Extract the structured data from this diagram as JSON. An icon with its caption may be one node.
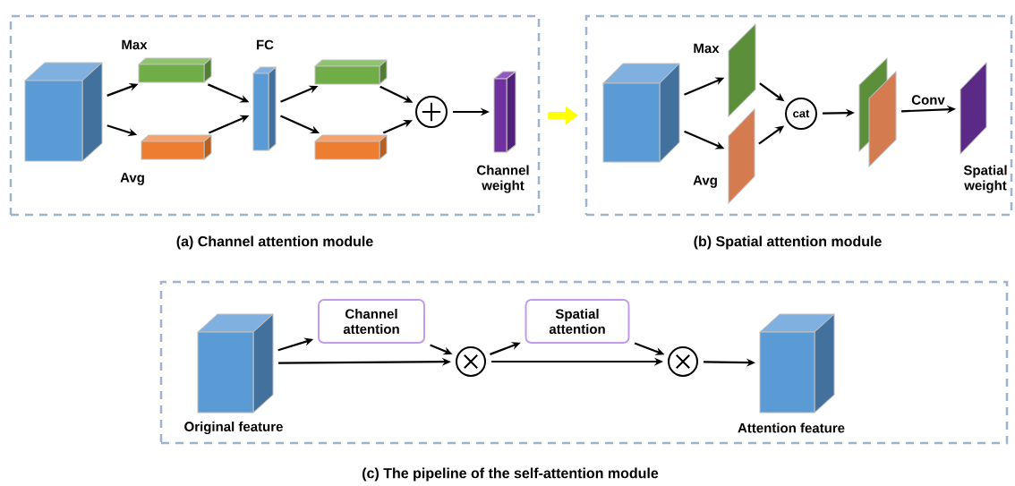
{
  "diagram": {
    "nodes": [
      {
        "text": [],
        "shape": "box",
        "beside": [
          "(a) Channel attention module"
        ]
      },
      {
        "text": [],
        "shape": "cube",
        "in": 0
      },
      {
        "text": [],
        "shape": "bar",
        "in": 0,
        "beside": [
          "Max"
        ]
      },
      {
        "text": [],
        "shape": "bar",
        "in": 0,
        "beside": [
          "Avg"
        ]
      },
      {
        "text": [],
        "shape": "bar",
        "in": 0,
        "beside": [
          "FC"
        ]
      },
      {
        "text": [],
        "shape": "bar",
        "in": 0
      },
      {
        "text": [],
        "shape": "bar",
        "in": 0
      },
      {
        "text": [],
        "shape": "plus",
        "in": 0
      },
      {
        "text": [],
        "shape": "bar",
        "in": 0,
        "beside": [
          "Channel weight"
        ]
      },
      {
        "text": [],
        "shape": "box",
        "beside": [
          "(b) Spatial attention module"
        ]
      },
      {
        "text": [],
        "shape": "cube",
        "in": 9
      },
      {
        "text": [],
        "shape": "plane",
        "in": 9,
        "beside": [
          "Max"
        ]
      },
      {
        "text": [],
        "shape": "plane",
        "in": 9,
        "beside": [
          "Avg"
        ]
      },
      {
        "text": [
          "cat"
        ],
        "in": 9
      },
      {
        "text": [],
        "shape": "stack",
        "in": 9
      },
      {
        "text": [],
        "shape": "plane",
        "in": 9,
        "beside": [
          "Spatial weight"
        ]
      },
      {
        "text": [],
        "shape": "box",
        "beside": [
          "(c) The pipeline of the self-attention module"
        ]
      },
      {
        "text": [],
        "shape": "cube",
        "in": 16,
        "beside": [
          "Original feature"
        ]
      },
      {
        "text": [
          "Channel attention"
        ],
        "in": 16
      },
      {
        "text": [],
        "shape": "times",
        "in": 16
      },
      {
        "text": [
          "Spatial attention"
        ],
        "in": 16
      },
      {
        "text": [],
        "shape": "times",
        "in": 16
      },
      {
        "text": [],
        "shape": "cube",
        "in": 16,
        "beside": [
          "Attention feature"
        ]
      }
    ],
    "edges": [
      {
        "from": 0,
        "to": 9,
        "arrow": "to",
        "style": "thick",
        "color": "#ffff00"
      },
      {
        "from": 1,
        "to": 2,
        "arrow": "to"
      },
      {
        "from": 1,
        "to": 3,
        "arrow": "to"
      },
      {
        "from": 2,
        "to": 4,
        "arrow": "to"
      },
      {
        "from": 3,
        "to": 4,
        "arrow": "to"
      },
      {
        "from": 4,
        "to": 5,
        "arrow": "to"
      },
      {
        "from": 4,
        "to": 6,
        "arrow": "to"
      },
      {
        "from": 5,
        "to": 7,
        "arrow": "to"
      },
      {
        "from": 6,
        "to": 7,
        "arrow": "to"
      },
      {
        "from": 7,
        "to": 8,
        "arrow": "to"
      },
      {
        "from": 10,
        "to": 11,
        "arrow": "to"
      },
      {
        "from": 10,
        "to": 12,
        "arrow": "to"
      },
      {
        "from": 11,
        "to": 13,
        "arrow": "to"
      },
      {
        "from": 12,
        "to": 13,
        "arrow": "to"
      },
      {
        "from": 13,
        "to": 14,
        "arrow": "to"
      },
      {
        "from": 14,
        "to": 15,
        "arrow": "to",
        "label": "Conv"
      },
      {
        "from": 17,
        "to": 18,
        "arrow": "to"
      },
      {
        "from": 18,
        "to": 19,
        "arrow": "to"
      },
      {
        "from": 17,
        "to": 19,
        "arrow": "to"
      },
      {
        "from": 19,
        "to": 20,
        "arrow": "to"
      },
      {
        "from": 20,
        "to": 21,
        "arrow": "to"
      },
      {
        "from": 19,
        "to": 21,
        "arrow": "to"
      },
      {
        "from": 21,
        "to": 22,
        "arrow": "to"
      }
    ]
  }
}
